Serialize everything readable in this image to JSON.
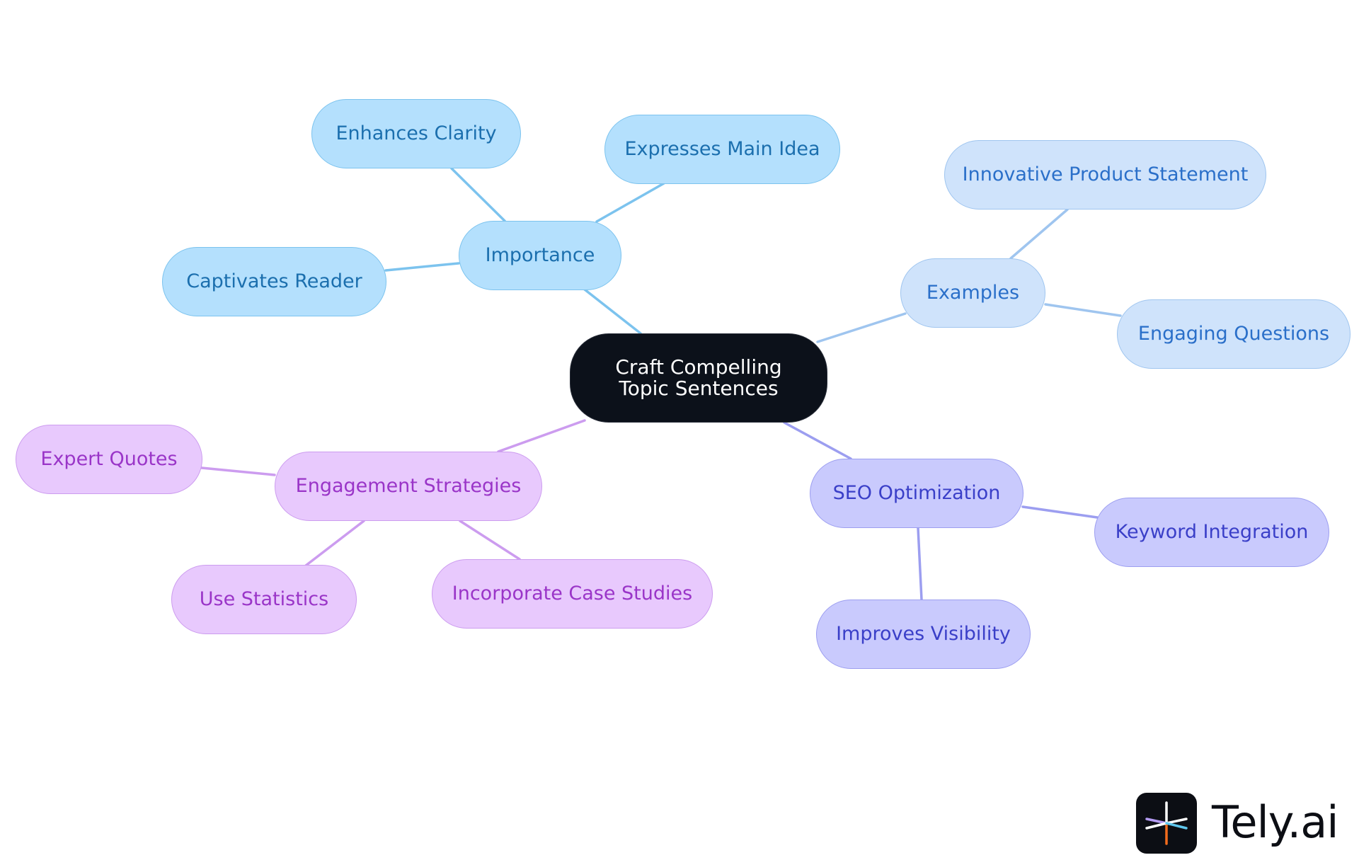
{
  "mindmap": {
    "root": "Craft Compelling Topic Sentences",
    "branches": [
      {
        "id": "importance",
        "label": "Importance",
        "children": [
          {
            "id": "enhances-clarity",
            "label": "Enhances Clarity"
          },
          {
            "id": "expresses-main-idea",
            "label": "Expresses Main Idea"
          },
          {
            "id": "captivates-reader",
            "label": "Captivates Reader"
          }
        ]
      },
      {
        "id": "examples",
        "label": "Examples",
        "children": [
          {
            "id": "innovative-product-statement",
            "label": "Innovative Product Statement"
          },
          {
            "id": "engaging-questions",
            "label": "Engaging Questions"
          }
        ]
      },
      {
        "id": "seo-optimization",
        "label": "SEO Optimization",
        "children": [
          {
            "id": "keyword-integration",
            "label": "Keyword Integration"
          },
          {
            "id": "improves-visibility",
            "label": "Improves Visibility"
          }
        ]
      },
      {
        "id": "engagement-strategies",
        "label": "Engagement Strategies",
        "children": [
          {
            "id": "expert-quotes",
            "label": "Expert Quotes"
          },
          {
            "id": "use-statistics",
            "label": "Use Statistics"
          },
          {
            "id": "incorporate-case-studies",
            "label": "Incorporate Case Studies"
          }
        ]
      }
    ]
  },
  "colors": {
    "root": {
      "fill": "#0c111a",
      "stroke": "#2a2f3a",
      "text": "#ffffff"
    },
    "importance": {
      "fill": "#b4e0fd",
      "stroke": "#7cc3ee",
      "text": "#1b6fae",
      "edge": "#7cc3ee"
    },
    "examples": {
      "fill": "#cfe3fb",
      "stroke": "#9fc5ef",
      "text": "#2a6fc9",
      "edge": "#9fc5ef"
    },
    "seo-optimization": {
      "fill": "#c9cafd",
      "stroke": "#9c9ef0",
      "text": "#3a3fc8",
      "edge": "#9c9ef0"
    },
    "engagement-strategies": {
      "fill": "#e8c9fd",
      "stroke": "#cc9cef",
      "text": "#9a35c8",
      "edge": "#cc9cef"
    }
  },
  "logo": {
    "text": "Tely.ai",
    "icon": "tely-asterisk-icon"
  }
}
